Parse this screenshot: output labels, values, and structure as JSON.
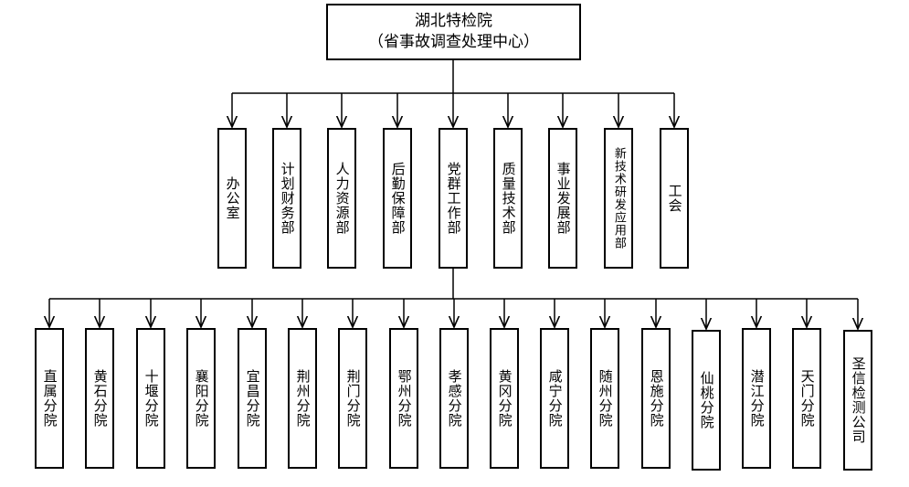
{
  "root": {
    "line1": "湖北特检院",
    "line2": "（省事故调查处理中心）"
  },
  "departments": [
    {
      "label": "办公室"
    },
    {
      "label": "计划财务部"
    },
    {
      "label": "人力资源部"
    },
    {
      "label": "后勤保障部"
    },
    {
      "label": "党群工作部"
    },
    {
      "label": "质量技术部"
    },
    {
      "label": "事业发展部"
    },
    {
      "label": "新技术研发应用部"
    },
    {
      "label": "工会"
    }
  ],
  "branches": [
    {
      "label": "直属分院"
    },
    {
      "label": "黄石分院"
    },
    {
      "label": "十堰分院"
    },
    {
      "label": "襄阳分院"
    },
    {
      "label": "宜昌分院"
    },
    {
      "label": "荆州分院"
    },
    {
      "label": "荆门分院"
    },
    {
      "label": "鄂州分院"
    },
    {
      "label": "孝感分院"
    },
    {
      "label": "黄冈分院"
    },
    {
      "label": "咸宁分院"
    },
    {
      "label": "随州分院"
    },
    {
      "label": "恩施分院"
    },
    {
      "label": "仙桃分院"
    },
    {
      "label": "潜江分院"
    },
    {
      "label": "天门分院"
    },
    {
      "label": "圣信检测公司"
    }
  ]
}
